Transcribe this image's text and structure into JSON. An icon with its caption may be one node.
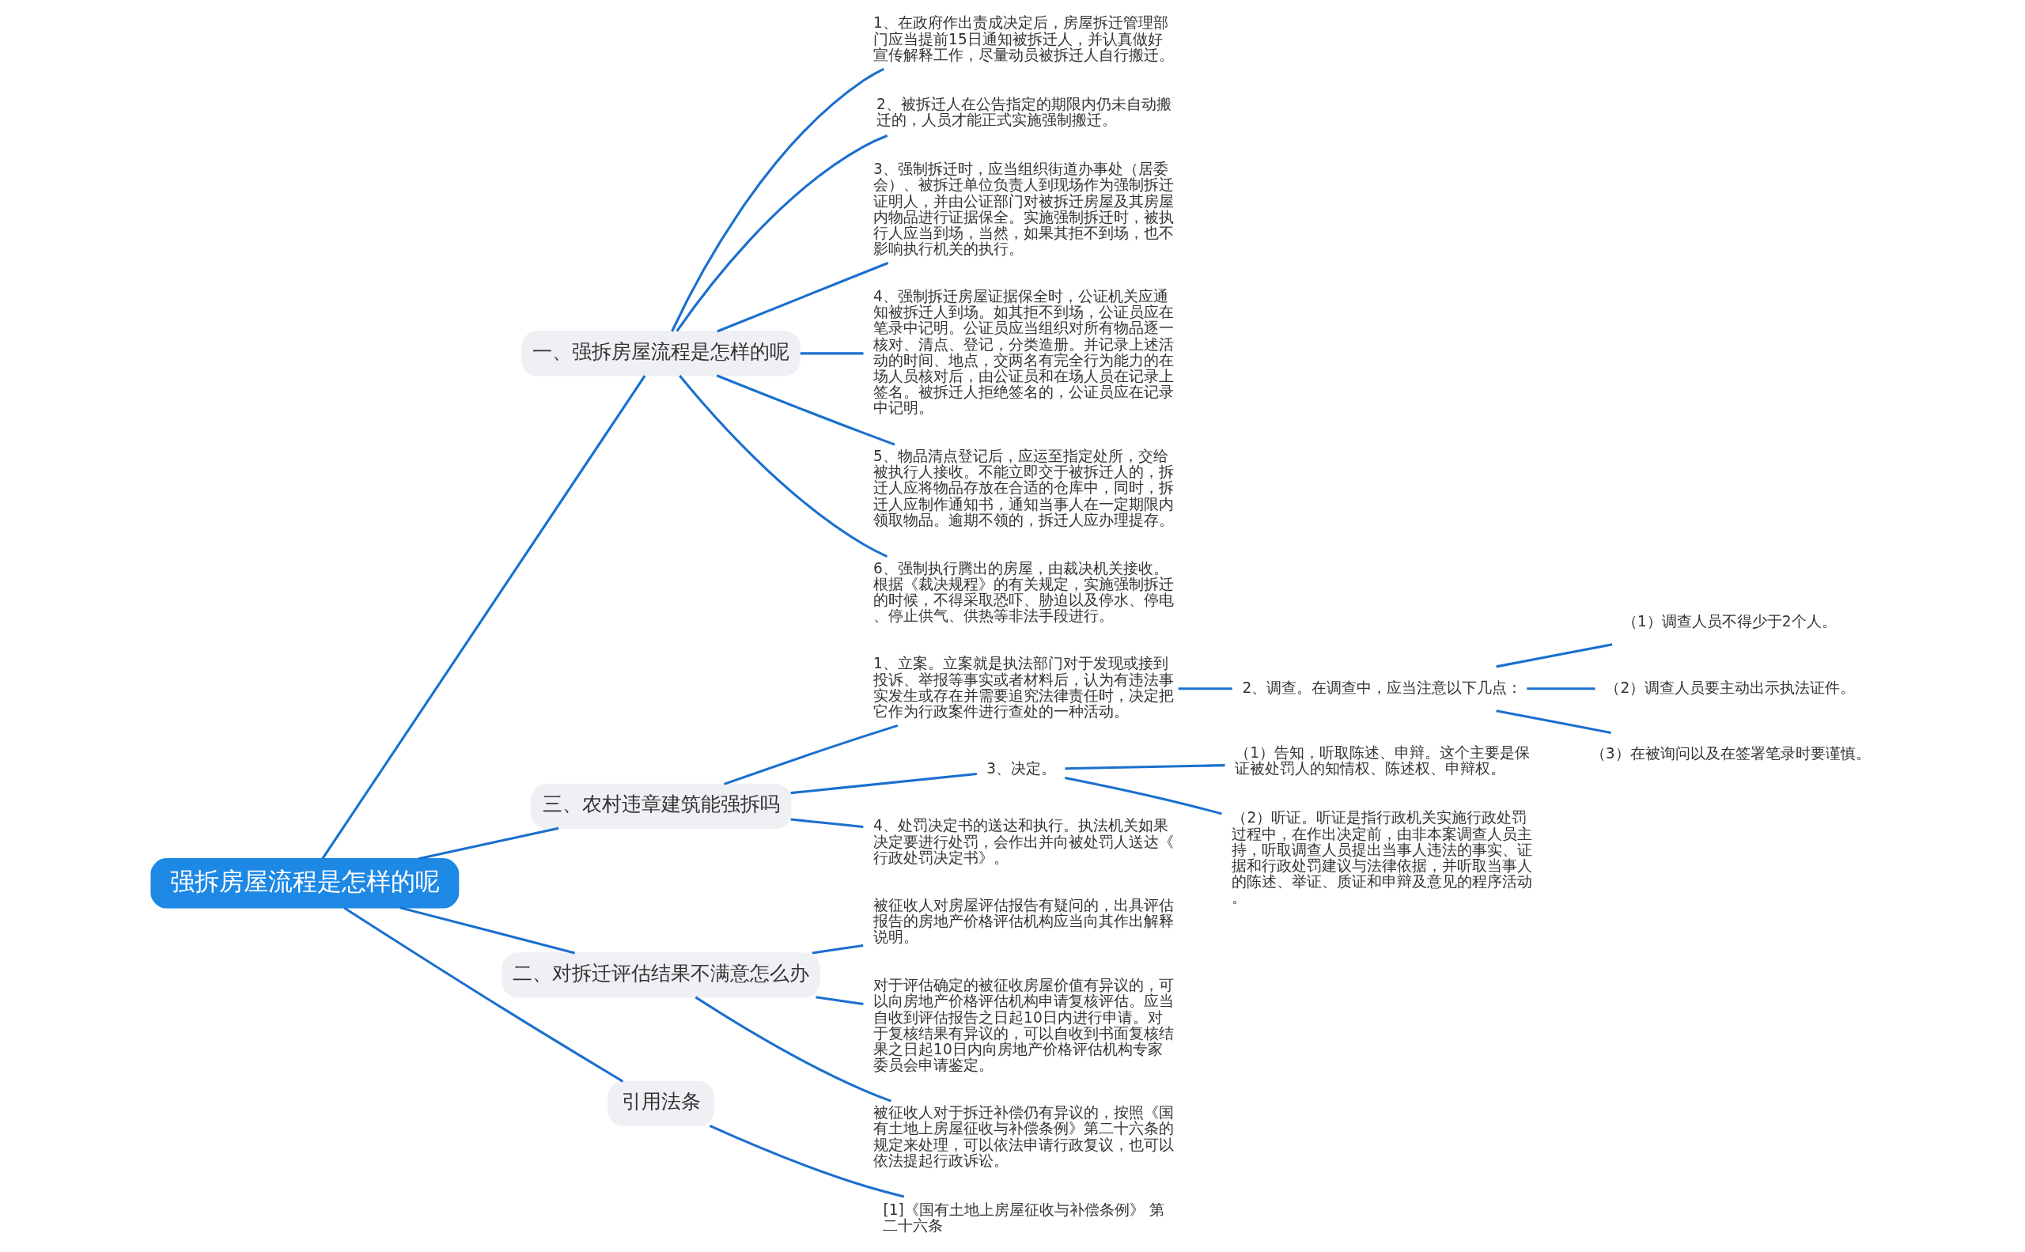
{
  "diagram": {
    "nodes": [
      {
        "text": [
          "强拆房屋流程是怎样的呢"
        ]
      },
      {
        "text": [
          "一、强拆房屋流程是怎样的呢"
        ]
      },
      {
        "text": [
          "1、在政府作出责成决定后，房屋拆迁管理部门应当提前15日通知被拆迁人，并认真做好宣传解释工作，尽量动员被拆迁人自行搬迁。"
        ]
      },
      {
        "text": [
          "2、被拆迁人在公告指定的期限内仍未自动搬迁的，人员才能正式实施强制搬迁。"
        ]
      },
      {
        "text": [
          "3、强制拆迁时，应当组织街道办事处（居委会）、被拆迁单位负责人到现场作为强制拆迁证明人，并由公证部门对被拆迁房屋及其房屋内物品进行证据保全。实施强制拆迁时，被执行人应当到场，当然，如果其拒不到场，也不影响执行机关的执行。"
        ]
      },
      {
        "text": [
          "4、强制拆迁房屋证据保全时，公证机关应通知被拆迁人到场。如其拒不到场，公证员应在笔录中记明。公证员应当组织对所有物品逐一核对、清点、登记，分类造册。并记录上述活动的时间、地点，交两名有完全行为能力的在场人员核对后，由公证员和在场人员在记录上签名。被拆迁人拒绝签名的，公证员应在记录中记明。"
        ]
      },
      {
        "text": [
          "5、物品清点登记后，应运至指定处所，交给被执行人接收。不能立即交于被拆迁人的，拆迁人应将物品存放在合适的仓库中，同时，拆迁人应制作通知书，通知当事人在一定期限内领取物品。逾期不领的，拆迁人应办理提存。"
        ]
      },
      {
        "text": [
          "6、强制执行腾出的房屋，由裁决机关接收。根据《裁决规程》的有关规定，实施强制拆迁的时候，不得采取恐吓、胁迫以及停水、停电、停止供气、供热等非法手段进行。"
        ]
      },
      {
        "text": [
          "三、农村违章建筑能强拆吗"
        ]
      },
      {
        "text": [
          "1、立案。立案就是执法部门对于发现或接到投诉、举报等事实或者材料后，认为有违法事实发生或存在并需要追究法律责任时，决定把它作为行政案件进行查处的一种活动。"
        ]
      },
      {
        "text": [
          "2、调查。在调查中，应当注意以下几点："
        ]
      },
      {
        "text": [
          "（1）调查人员不得少于2个人。"
        ]
      },
      {
        "text": [
          "（2）调查人员要主动出示执法证件。"
        ]
      },
      {
        "text": [
          "（3）在被询问以及在签署笔录时要谨慎。"
        ]
      },
      {
        "text": [
          "3、决定。"
        ]
      },
      {
        "text": [
          "（1）告知，听取陈述、申辩。这个主要是保证被处罚人的知情权、陈述权、申辩权。"
        ]
      },
      {
        "text": [
          "（2）听证。听证是指行政机关实施行政处罚过程中，在作出决定前，由非本案调查人员主持，听取调查人员提出当事人违法的事实、证据和行政处罚建议与法律依据，并听取当事人的陈述、举证、质证和申辩及意见的程序活动。"
        ]
      },
      {
        "text": [
          "4、处罚决定书的送达和执行。执法机关如果决定要进行处罚，会作出并向被处罚人送达《行政处罚决定书》。"
        ]
      },
      {
        "text": [
          "二、对拆迁评估结果不满意怎么办"
        ]
      },
      {
        "text": [
          "被征收人对房屋评估报告有疑问的，出具评估报告的房地产价格评估机构应当向其作出解释说明。"
        ]
      },
      {
        "text": [
          "对于评估确定的被征收房屋价值有异议的，可以向房地产价格评估机构申请复核评估。应当自收到评估报告之日起10日内进行申请。对于复核结果有异议的，可以自收到书面复核结果之日起10日内向房地产价格评估机构专家委员会申请鉴定。"
        ]
      },
      {
        "text": [
          "被征收人对于拆迁补偿仍有异议的，按照《国有土地上房屋征收与补偿条例》第二十六条的规定来处理，可以依法申请行政复议，也可以依法提起行政诉讼。"
        ]
      },
      {
        "text": [
          "引用法条"
        ]
      },
      {
        "text": [
          "[1]《国有土地上房屋征收与补偿条例》 第二十六条"
        ]
      }
    ],
    "edges": [
      {
        "from": 0,
        "to": 1,
        "arrow": "none"
      },
      {
        "from": 1,
        "to": 2,
        "arrow": "none"
      },
      {
        "from": 1,
        "to": 3,
        "arrow": "none"
      },
      {
        "from": 1,
        "to": 4,
        "arrow": "none"
      },
      {
        "from": 1,
        "to": 5,
        "arrow": "none"
      },
      {
        "from": 1,
        "to": 6,
        "arrow": "none"
      },
      {
        "from": 1,
        "to": 7,
        "arrow": "none"
      },
      {
        "from": 0,
        "to": 8,
        "arrow": "none"
      },
      {
        "from": 8,
        "to": 9,
        "arrow": "none"
      },
      {
        "from": 9,
        "to": 10,
        "arrow": "none"
      },
      {
        "from": 10,
        "to": 11,
        "arrow": "none"
      },
      {
        "from": 10,
        "to": 12,
        "arrow": "none"
      },
      {
        "from": 10,
        "to": 13,
        "arrow": "none"
      },
      {
        "from": 8,
        "to": 14,
        "arrow": "none"
      },
      {
        "from": 14,
        "to": 15,
        "arrow": "none"
      },
      {
        "from": 14,
        "to": 16,
        "arrow": "none"
      },
      {
        "from": 8,
        "to": 17,
        "arrow": "none"
      },
      {
        "from": 0,
        "to": 18,
        "arrow": "none"
      },
      {
        "from": 18,
        "to": 19,
        "arrow": "none"
      },
      {
        "from": 18,
        "to": 20,
        "arrow": "none"
      },
      {
        "from": 18,
        "to": 21,
        "arrow": "none"
      },
      {
        "from": 0,
        "to": 22,
        "arrow": "none"
      },
      {
        "from": 22,
        "to": 23,
        "arrow": "none"
      }
    ]
  }
}
